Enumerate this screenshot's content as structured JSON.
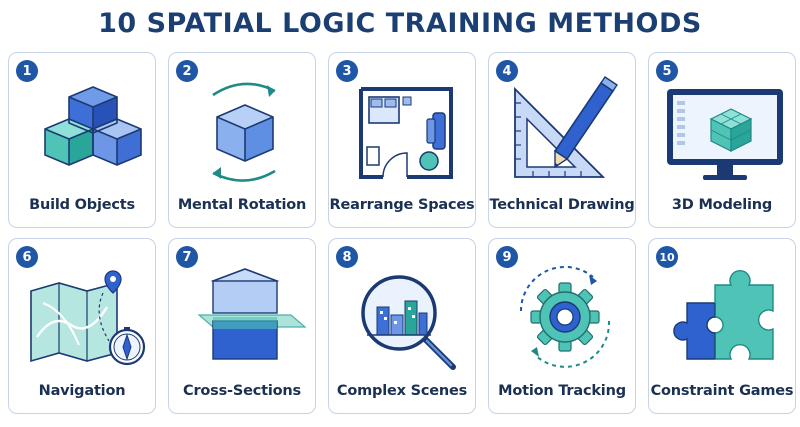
{
  "title": "10 SPATIAL LOGIC TRAINING METHODS",
  "cards": [
    {
      "number": "1",
      "label": "Build Objects",
      "icon": "stacked-cubes-icon"
    },
    {
      "number": "2",
      "label": "Mental Rotation",
      "icon": "rotating-cube-icon"
    },
    {
      "number": "3",
      "label": "Rearrange Spaces",
      "icon": "floor-plan-icon"
    },
    {
      "number": "4",
      "label": "Technical Drawing",
      "icon": "pencil-set-square-icon"
    },
    {
      "number": "5",
      "label": "3D Modeling",
      "icon": "monitor-3d-cube-icon"
    },
    {
      "number": "6",
      "label": "Navigation",
      "icon": "map-compass-icon"
    },
    {
      "number": "7",
      "label": "Cross-Sections",
      "icon": "sliced-cube-icon"
    },
    {
      "number": "8",
      "label": "Complex Scenes",
      "icon": "magnifier-city-icon"
    },
    {
      "number": "9",
      "label": "Motion Tracking",
      "icon": "gear-arrows-icon"
    },
    {
      "number": "10",
      "label": "Constraint Games",
      "icon": "puzzle-piece-icon"
    }
  ]
}
